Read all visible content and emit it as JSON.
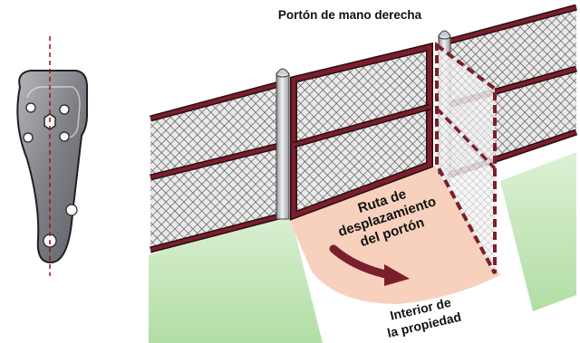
{
  "title": "Portón de mano derecha",
  "gate_path_label": [
    "Ruta de",
    "desplazamiento",
    "del portón"
  ],
  "interior_label": [
    "Interior de",
    "la propiedad"
  ],
  "colors": {
    "frame_maroon": "#7a1f2b",
    "frame_dark": "#2a0d10",
    "post_gray": "#c9ccd0",
    "bracket_gray": "#8f9196",
    "swing_area": "#f7d1bd",
    "arrow": "#7a1f2b",
    "ground_green": "#bfe3b3",
    "centerline": "#9b1c24"
  },
  "icons": [
    "hinge-bracket-icon",
    "swing-arrow-icon",
    "chain-link-mesh-icon"
  ]
}
